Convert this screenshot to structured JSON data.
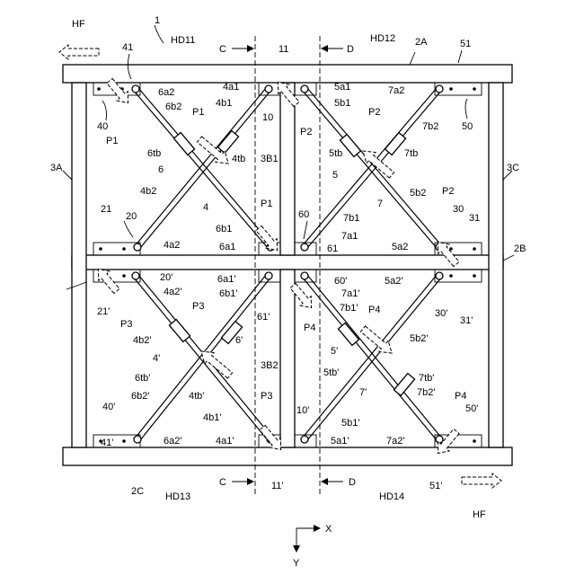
{
  "labels": {
    "HF_top": "HF",
    "HF_bottom": "HF",
    "device": "1",
    "HD11": "HD11",
    "HD12": "HD12",
    "HD13": "HD13",
    "HD14": "HD14",
    "C_top": "C",
    "C_bottom": "C",
    "D_top": "D",
    "D_bottom": "D",
    "beam_2A": "2A",
    "beam_2B": "2B",
    "beam_2C": "2C",
    "col_3A": "3A",
    "col_3C": "3C",
    "col_3B1": "3B1",
    "col_3B2": "3B2",
    "n11": "11",
    "n11p": "11'",
    "n10": "10",
    "n10p": "10'",
    "n41": "41",
    "n40": "40",
    "n51": "51",
    "n50": "50",
    "n21": "21",
    "n20": "20",
    "n60": "60",
    "n61": "61",
    "n30": "30",
    "n31": "31",
    "n20p": "20'",
    "n21p": "21'",
    "n61p": "61'",
    "n60p": "60'",
    "n30p": "30'",
    "n31p": "31'",
    "n40p": "40'",
    "n41p": "41'",
    "n50p": "50'",
    "n51p": "51'",
    "a6a2": "6a2",
    "a6b2": "6b2",
    "a6tb": "6tb",
    "a6": "6",
    "a4b2": "4b2",
    "a4": "4",
    "a4a2": "4a2",
    "a4a1": "4a1",
    "a4b1": "4b1",
    "a4tb": "4tb",
    "a6b1": "6b1",
    "a6a1": "6a1",
    "a5a1": "5a1",
    "a5b1": "5b1",
    "a5tb": "5tb",
    "a5": "5",
    "a7b1": "7b1",
    "a7": "7",
    "a7a1": "7a1",
    "a7a2": "7a2",
    "a7b2": "7b2",
    "a7tb": "7tb",
    "a5b2": "5b2",
    "a5a2": "5a2",
    "a4a2p": "4a2'",
    "a4b2p": "4b2'",
    "a4p": "4'",
    "a6tbp": "6tb'",
    "a6b2p": "6b2'",
    "a6a2p": "6a2'",
    "a6a1p": "6a1'",
    "a6b1p": "6b1'",
    "a6p": "6'",
    "a4tbp": "4tb'",
    "a4b1p": "4b1'",
    "a4a1p": "4a1'",
    "a7a1p": "7a1'",
    "a7b1p": "7b1'",
    "a5p": "5'",
    "a5tbp": "5tb'",
    "a7p": "7'",
    "a5b1p": "5b1'",
    "a5a1p": "5a1'",
    "a5a2p": "5a2'",
    "a5b2p": "5b2'",
    "a7tbp": "7tb'",
    "a7b2p": "7b2'",
    "a7a2p": "7a2'",
    "P1a": "P1",
    "P1b": "P1",
    "P1c": "P1",
    "P2a": "P2",
    "P2b": "P2",
    "P2c": "P2",
    "P3a": "P3",
    "P3b": "P3",
    "P3c": "P3",
    "P4a": "P4",
    "P4b": "P4",
    "P4c": "P4",
    "axis_x": "X",
    "axis_y": "Y"
  }
}
